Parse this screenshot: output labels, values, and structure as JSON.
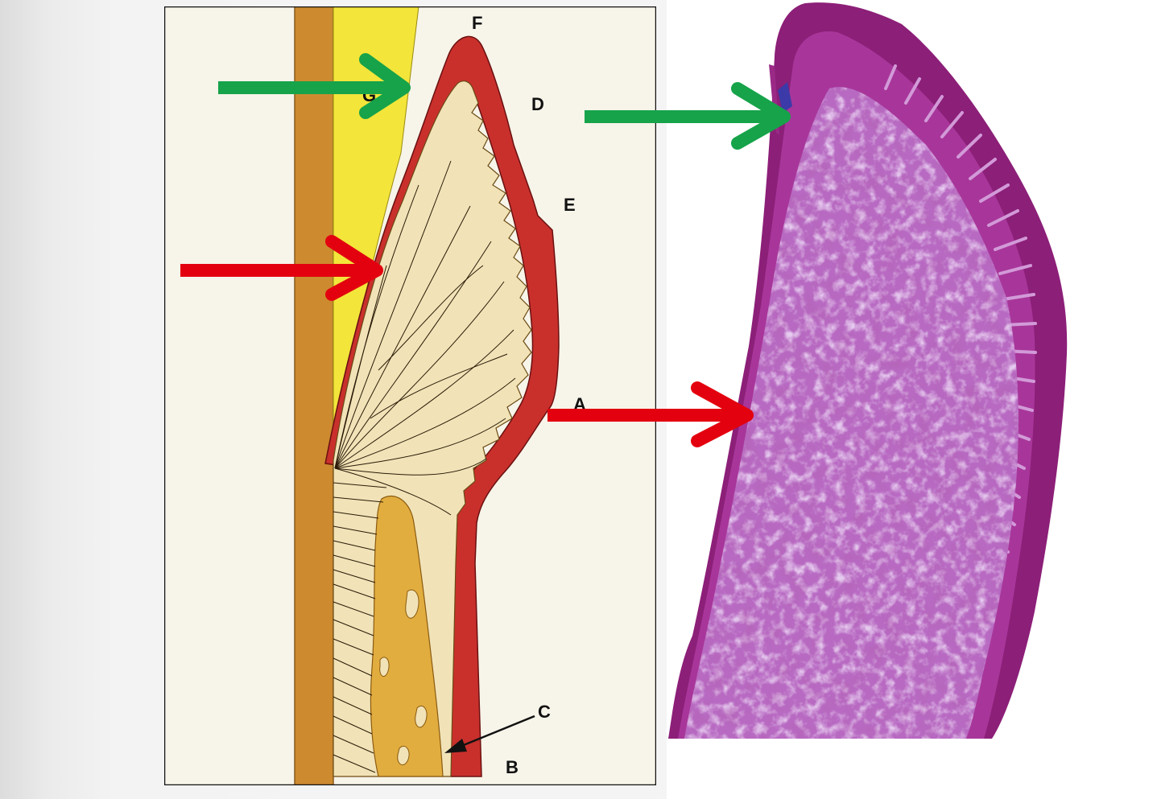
{
  "diagram": {
    "labels": {
      "F": "F",
      "D": "D",
      "E": "E",
      "A": "A",
      "C": "C",
      "B": "B",
      "G": "G"
    }
  },
  "colors": {
    "enamel_yellow": "#f3e53a",
    "cementum_tan": "#cd8a2f",
    "epithelium_red": "#c9302c",
    "connective_cream": "#f1e3b7",
    "bone_gold": "#e2ad3f",
    "arrow_green": "#16a34a",
    "arrow_red": "#e3000f",
    "histology_dark": "#7a1664",
    "histology_mid": "#a4469e",
    "histology_light": "#d7b2e5"
  },
  "icons": [
    "green-arrow-icon",
    "red-arrow-icon"
  ]
}
